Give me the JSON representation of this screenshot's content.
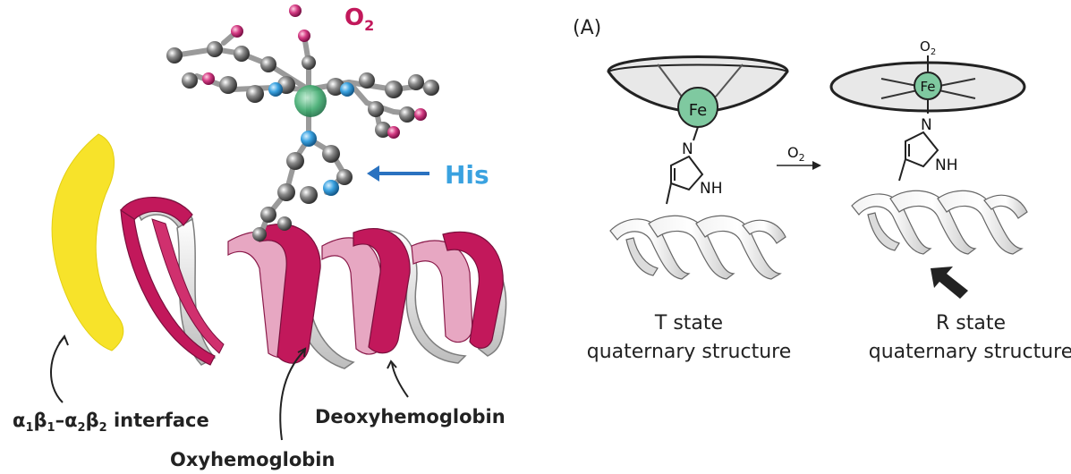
{
  "left_panel": {
    "o2_label": {
      "main": "O",
      "sub": "2"
    },
    "his_label": "His",
    "interface_label": {
      "alpha1": "α",
      "s1": "1",
      "beta1": "β",
      "s2": "1",
      "dash": "–",
      "alpha2": "α",
      "s3": "2",
      "beta2": "β",
      "s4": "2",
      "rest": " interface"
    },
    "oxy_label": "Oxyhemoglobin",
    "deoxy_label": "Deoxyhemoglobin"
  },
  "right_panel": {
    "panel_letter": "(A)",
    "t_fe": "Fe",
    "r_fe": "Fe",
    "n_letter": "N",
    "nh_text": "NH",
    "arrow_label": {
      "main": "O",
      "sub": "2"
    },
    "r_o2": {
      "main": "O",
      "sub": "2"
    },
    "t_caption_1": "T state",
    "t_caption_2": "quaternary structure",
    "r_caption_1": "R state",
    "r_caption_2": "quaternary structure"
  },
  "colors": {
    "magenta": "#c2185b",
    "his_blue": "#3aa2e0",
    "arrow_blue": "#2a72c0",
    "yellow": "#f7e32a",
    "fe_green": "#7fc9a0",
    "disc_gray": "#e8e8e8"
  }
}
